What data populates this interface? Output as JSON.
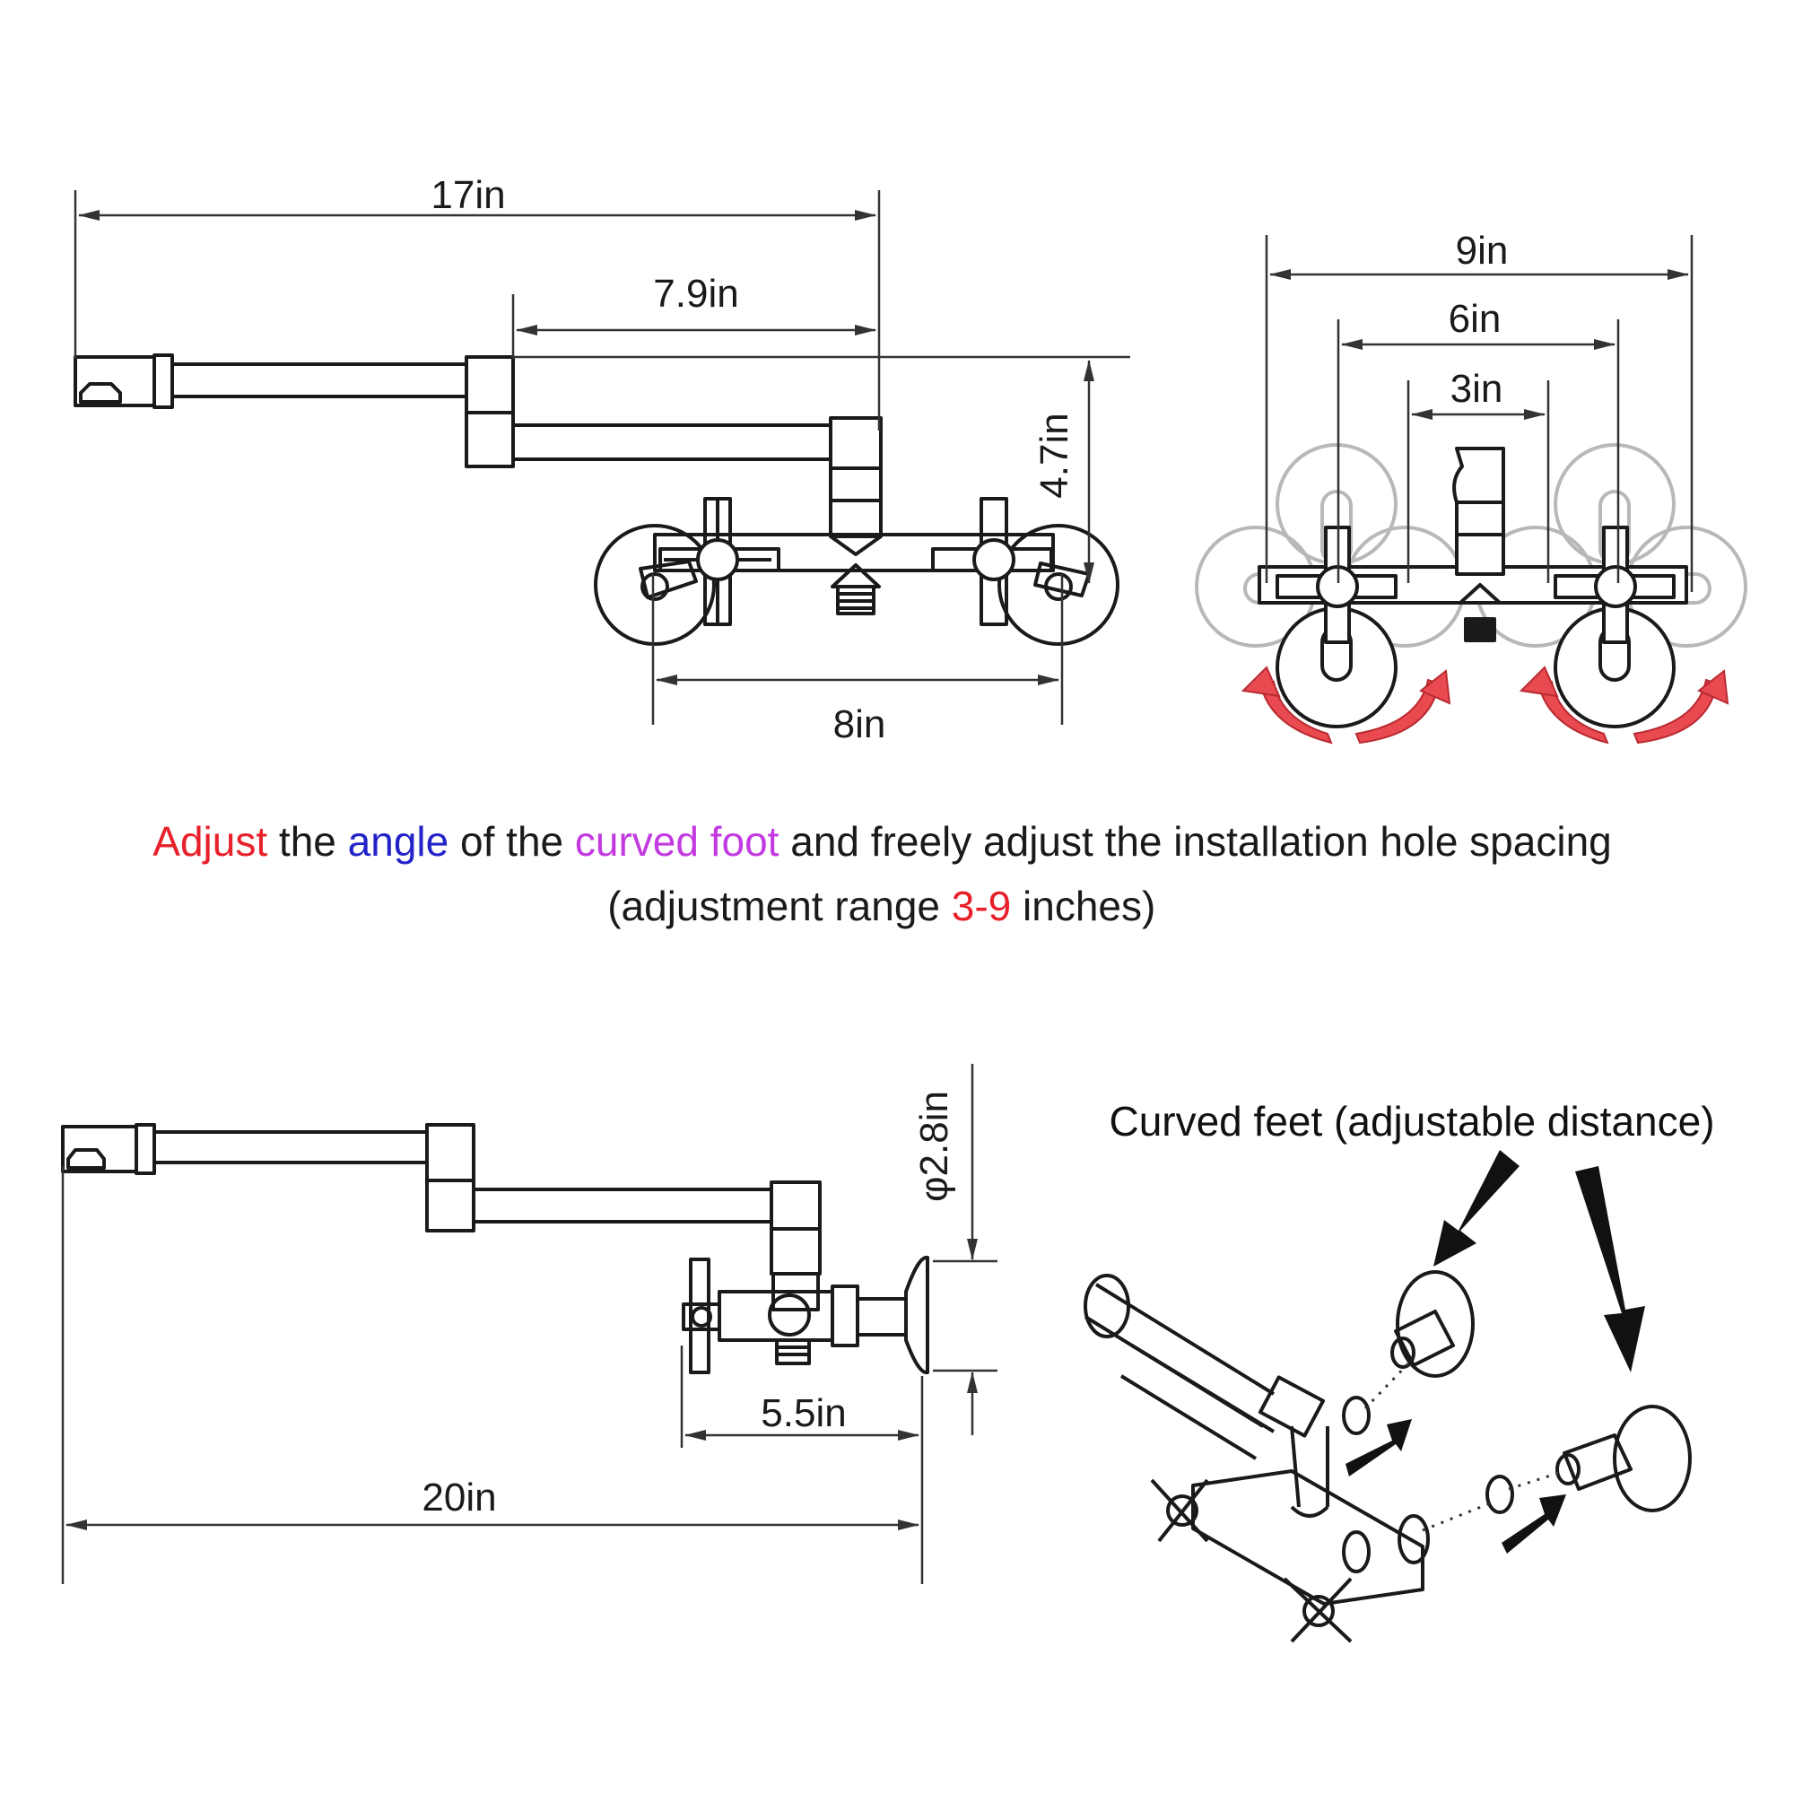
{
  "colors": {
    "ink": "#1a1a1a",
    "adjust": "#e8202a",
    "angle": "#2323c8",
    "curved_foot": "#c23ae0",
    "range": "#e8202a",
    "rotate_arrow": "#e84a50",
    "ghost": "#b8b8b8"
  },
  "top_view": {
    "dim_17in": "17in",
    "dim_7_9in": "7.9in",
    "dim_4_7in": "4.7in",
    "dim_8in": "8in"
  },
  "front_view": {
    "dim_9in": "9in",
    "dim_6in": "6in",
    "dim_3in": "3in"
  },
  "caption": {
    "w_adjust": "Adjust",
    "w_the1": " the ",
    "w_angle": "angle",
    "w_ofthe": " of the ",
    "w_curved_foot": "curved foot",
    "w_rest": " and freely adjust the installation hole spacing",
    "w_open": "(adjustment range ",
    "w_range": "3-9",
    "w_close": " inches)"
  },
  "side_view": {
    "dim_2_8in": "φ2.8in",
    "dim_5_5in": "5.5in",
    "dim_20in": "20in"
  },
  "exploded_view": {
    "callout": "Curved feet (adjustable distance)"
  }
}
